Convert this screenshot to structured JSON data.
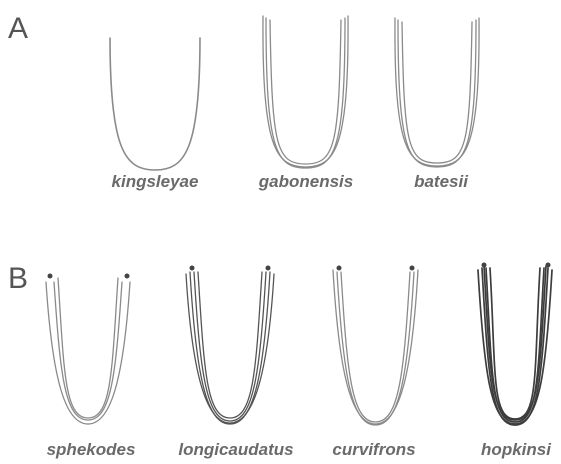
{
  "panels": [
    {
      "label": "A",
      "taxa": [
        "kingsleyae",
        "gabonensis",
        "batesii"
      ]
    },
    {
      "label": "B",
      "taxa": [
        "sphekodes",
        "longicaudatus",
        "curvifrons",
        "hopkinsi"
      ]
    }
  ],
  "colors": {
    "outline": "#8a8a8a",
    "dark_outline": "#3d3d3d",
    "text": "#6a6a6a"
  }
}
